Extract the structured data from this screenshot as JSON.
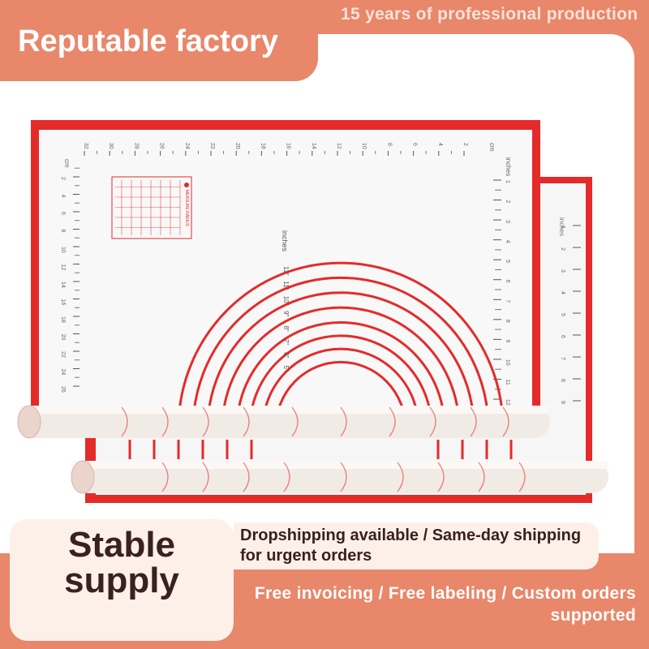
{
  "header": {
    "title": "Reputable factory",
    "subtitle": "15 years of professional production"
  },
  "badge": {
    "line1": "Stable",
    "line2": "supply"
  },
  "features": {
    "shipping": "Dropshipping available / Same-day shipping for urgent orders",
    "services": "Free invoicing / Free labeling / Custom orders supported"
  },
  "mat": {
    "unit_cm": "cm",
    "unit_inches": "inches",
    "top_ruler": [
      "32",
      "30",
      "28",
      "26",
      "24",
      "22",
      "20",
      "18",
      "16",
      "14",
      "12",
      "10",
      "8",
      "6",
      "4",
      "2"
    ],
    "left_ruler": [
      "2",
      "4",
      "6",
      "8",
      "10",
      "12",
      "14",
      "16",
      "18",
      "20",
      "22",
      "24",
      "26"
    ],
    "right_ruler": [
      "1",
      "2",
      "3",
      "4",
      "5",
      "6",
      "7",
      "8",
      "9",
      "10",
      "11",
      "12"
    ],
    "circle_labels": [
      "12\"",
      "11\"",
      "10\"",
      "9\"",
      "8\"",
      "7\"",
      "6\"",
      "5\""
    ],
    "chart_title": "MEASURE RADIUS",
    "colors": {
      "border": "#e52a2a",
      "mat": "#f7f7f7",
      "accent": "#e8876a",
      "cream": "#fdf0e8"
    }
  }
}
